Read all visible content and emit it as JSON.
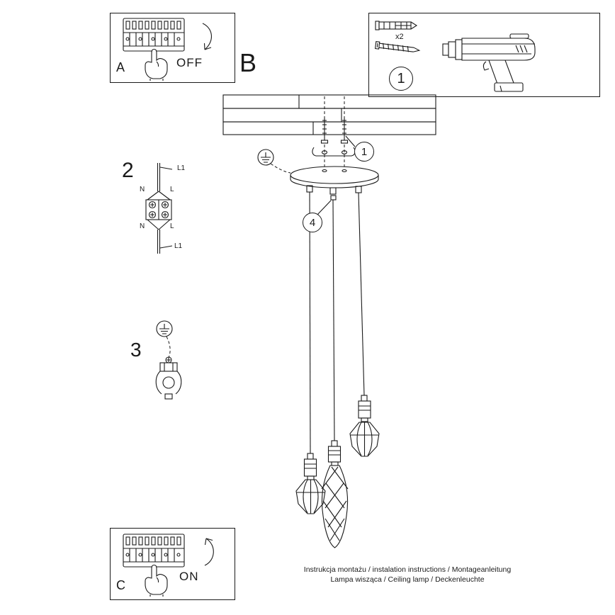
{
  "panel_a": {
    "letter": "A",
    "action": "OFF"
  },
  "panel_b": {
    "letter": "B"
  },
  "panel_c": {
    "letter": "C",
    "action": "ON"
  },
  "tools_box": {
    "number": "1",
    "screw_count": "x2"
  },
  "installation": {
    "callout_screws": "1",
    "callout_grip": "4"
  },
  "wiring": {
    "number": "2",
    "l1_top": "L1",
    "n_top": "N",
    "l_top": "L",
    "n_bottom": "N",
    "l_bottom": "L",
    "l1_bottom": "L1"
  },
  "grounding": {
    "number": "3"
  },
  "footer": {
    "line1": "Instrukcja montażu / instalation instructions / Montageanleitung",
    "line2": "Lampa wisząca / Ceiling lamp / Deckenleuchte"
  }
}
